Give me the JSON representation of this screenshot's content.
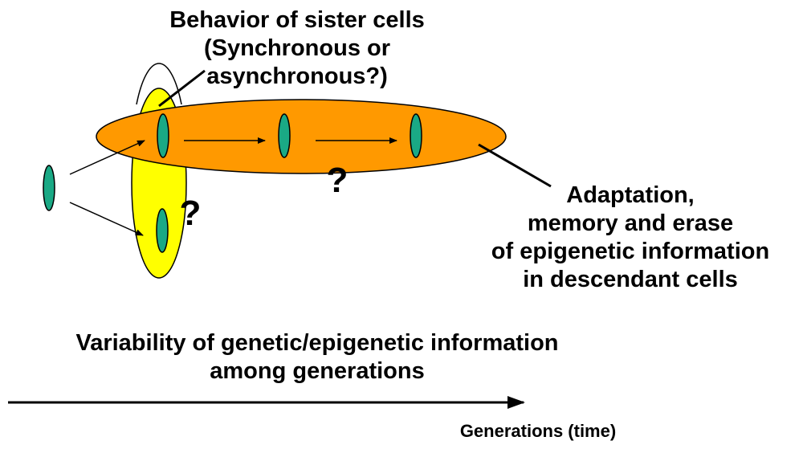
{
  "labels": {
    "sister_line1": "Behavior of sister cells",
    "sister_line2": "(Synchronous or asynchronous?)",
    "adapt_line1": "Adaptation,",
    "adapt_line2": "memory and erase",
    "adapt_line3": "of epigenetic information",
    "adapt_line4": "in descendant cells",
    "question_mark": "?",
    "variability_line1": "Variability of genetic/epigenetic information",
    "variability_line2": "among generations",
    "time_axis": "Generations (time)"
  },
  "colors": {
    "cell_fill": "#1aa985",
    "orange_ellipse": "#ff9900",
    "yellow_ellipse": "#ffff00",
    "stroke": "#000000",
    "background": "#ffffff"
  }
}
